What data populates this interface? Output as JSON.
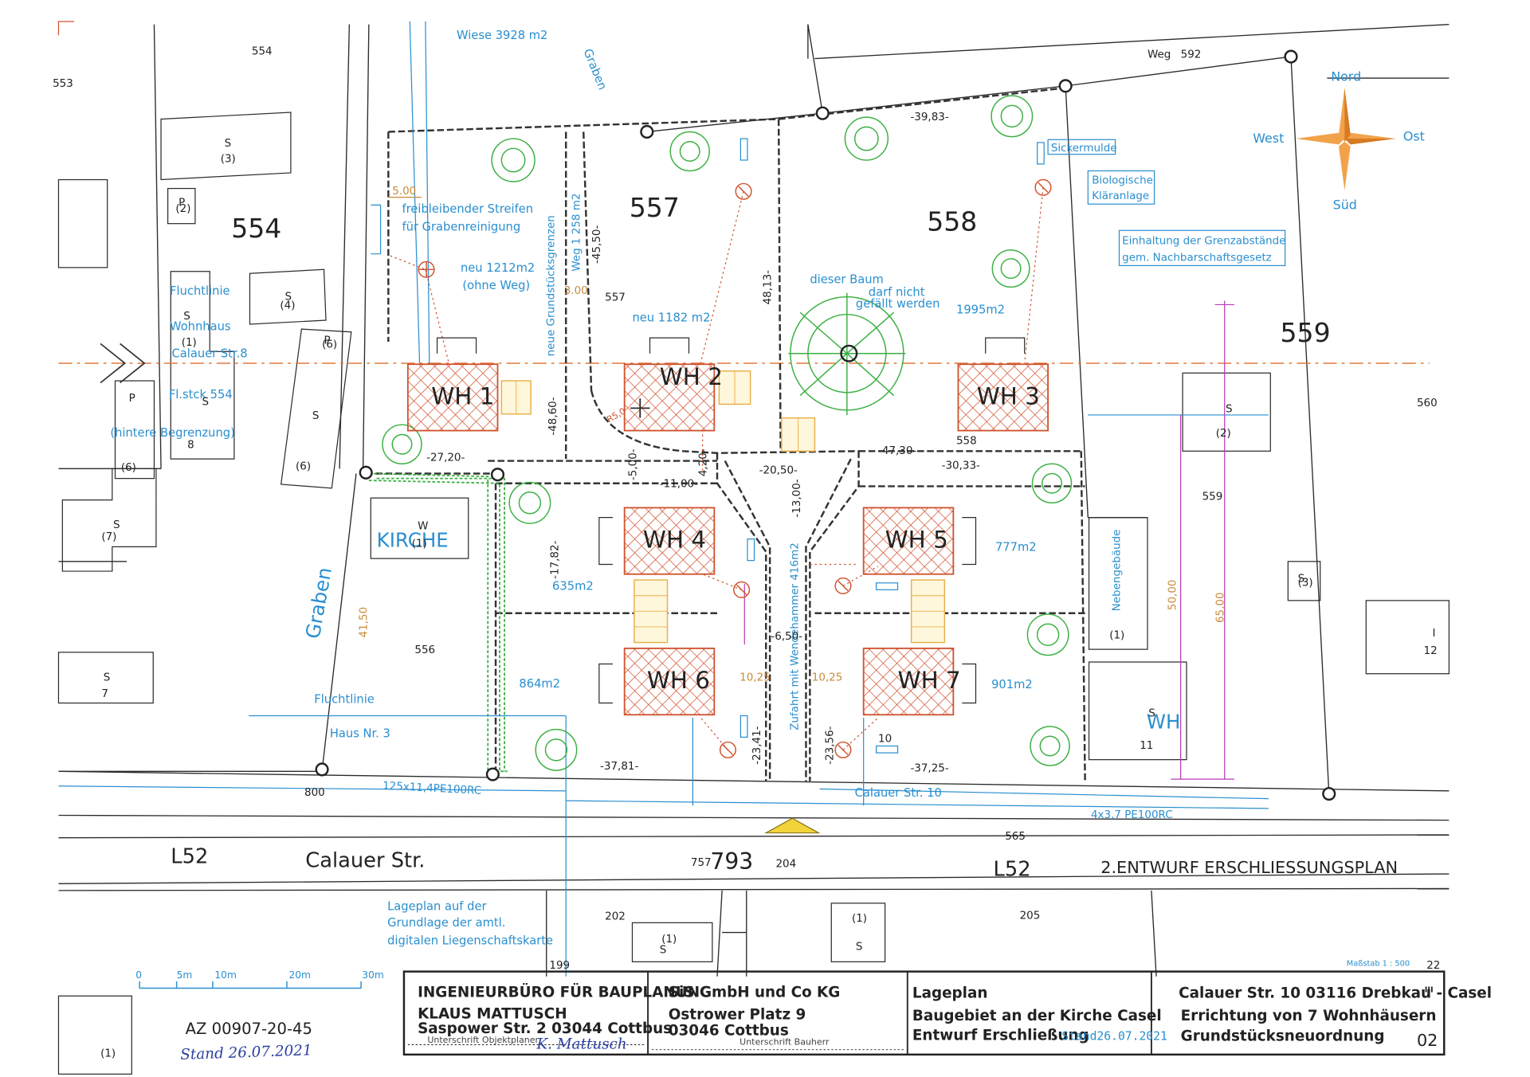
{
  "parcels": {
    "p553": "553",
    "p554_top": "554",
    "p554_big": "554",
    "p557": "557",
    "p557_small": "557",
    "p558": "558",
    "p558_small": "558",
    "p559": "559",
    "p559_small": "559",
    "p560": "560",
    "p556": "556",
    "p565": "565",
    "p800": "800",
    "p793": "793",
    "p757": "757",
    "p204": "204",
    "p202": "202",
    "p205": "205",
    "p199": "199",
    "p22": "22",
    "p592": "592"
  },
  "labels": {
    "wiese": "Wiese 3928 m2",
    "weg": "Weg",
    "graben_top": "Graben",
    "graben_left": "Graben",
    "free_strip_1": "freibleibender Streifen",
    "free_strip_2": "für Grabenreinigung",
    "new_1212_1": "neu 1212m2",
    "new_1212_2": "(ohne Weg)",
    "new_1182": "neu 1182 m2",
    "grenzen": "neue Grundstücksgrenzen",
    "weg1": "Weg 1   258 m2",
    "a1995": "1995m2",
    "a777": "777m2",
    "a635": "635m2",
    "a864": "864m2",
    "a901": "901m2",
    "baum_1": "dieser Baum",
    "baum_2": "darf nicht",
    "baum_3": "gefällt werden",
    "sickermulde": "Sickermulde",
    "klaer_1": "Biologische",
    "klaer_2": "Kläranlage",
    "grenz_1": "Einhaltung der Grenzabstände",
    "grenz_2": "gem. Nachbarschaftsgesetz",
    "fluchtlinie_top": "Fluchtlinie",
    "wohnhaus": "Wohnhaus",
    "calauer8": "Calauer Str.8",
    "flstck": "Fl.stck 554",
    "hintere": "(hintere Begrenzung)",
    "kirche": "KIRCHE",
    "fluchtlinie_bot": "Fluchtlinie",
    "haus3": "Haus Nr. 3",
    "pipe_125": "125x11,4PE100RC",
    "pipe_4x3": "4x3,7 PE100RC",
    "calauer10": "Calauer Str. 10",
    "zufahrt": "Zufahrt mit Wendehammer 416m2",
    "nebengebaeude": "Nebengebäude",
    "wh_right": "WH",
    "l52_left": "L52",
    "l52_right": "L52",
    "calauer_str": "Calauer Str.",
    "entwurf": "2.ENTWURF ERSCHLIESSUNGSPLAN",
    "lageplan_1": "Lageplan auf der",
    "lageplan_2": "Grundlage der amtl.",
    "lageplan_3": "digitalen Liegenschaftskarte",
    "massstab": "Maßstab  1 : 500",
    "az": "AZ 00907-20-45",
    "stand_hand": "Stand 26.07.2021"
  },
  "houses": [
    "WH 1",
    "WH 2",
    "WH 3",
    "WH 4",
    "WH 5",
    "WH 6",
    "WH 7"
  ],
  "building_marks": {
    "s3": "S",
    "s3n": "(3)",
    "p2": "P",
    "p2n": "(2)",
    "s4": "S",
    "s4n": "(4)",
    "s1": "S",
    "s1n": "(1)",
    "p6": "P",
    "p6n": "(6)",
    "s6": "S",
    "s6n": "(6)",
    "s7": "S",
    "s7n": "(7)",
    "s7b": "S",
    "s7bn": "7",
    "w1": "W",
    "w1n": "(1)",
    "s2r": "S",
    "s2rn": "(2)",
    "s3r": "S",
    "s3rn": "(3)",
    "i12": "I",
    "i12n": "12",
    "s11": "S",
    "s11n": "11",
    "s1b": "S",
    "s1bn": "(1)",
    "s1c": "S",
    "s1cn": "(1)",
    "n1": "(1)",
    "n1b": "(1)",
    "n8": "8",
    "n10": "10"
  },
  "dimensions": {
    "d500": "5.00",
    "d300": "3.00",
    "d3983": "-39,83-",
    "d4550": "-45,50-",
    "d4813": "48,13-",
    "d4860": "-48,60-",
    "d2720": "-27,20-",
    "d2050": "-20,50-",
    "d1300": "-13,00-",
    "d1100": "-11,00-",
    "d500b": "-5,00-",
    "d420": "4,20-",
    "d4730": "-47,30-",
    "d3033": "-30,33-",
    "d1782": "-17,82-",
    "d650": "-6,50-",
    "d1025a": "10,25",
    "d1025b": "10,25",
    "d3781": "-37,81-",
    "d2341": "-23,41-",
    "d2356": "-23,56-",
    "d3725": "-37,25-",
    "d4150": "41,50",
    "d5000": "50,00",
    "d6500": "65,00",
    "r5": "R5,0"
  },
  "compass": {
    "north": "Nord",
    "south": "Süd",
    "west": "West",
    "east": "Ost"
  },
  "scalebar": {
    "t0": "0",
    "t5": "5m",
    "t10": "10m",
    "t20": "20m",
    "t30": "30m"
  },
  "title_block": {
    "office_1": "INGENIEURBÜRO FÜR BAUPLANUNG",
    "office_2": "KLAUS MATTUSCH",
    "office_3": "Saspower Str. 2   03044 Cottbus",
    "office_sig": "Unterschrift Objektplaner",
    "office_signature": "K. Mattusch",
    "client_1": "SiS GmbH und Co KG",
    "client_2": "Ostrower Platz 9",
    "client_3": "03046 Cottbus",
    "client_sig": "Unterschrift Bauherr",
    "plan_1": "Lageplan",
    "plan_2": "Baugebiet an der Kirche Casel",
    "plan_3": "Entwurf Erschließung",
    "plan_stand": "Stand26.07.2021",
    "proj_1": "Calauer Str. 10  03116  Drebkau - Casel",
    "proj_1_sup": "III",
    "proj_2": "Errichtung von 7 Wohnhäusern",
    "proj_3": "Grundstücksneuordnung",
    "sheet": "02"
  },
  "colors": {
    "line": "#2b2b2b",
    "blue": "#2a8fcf",
    "red": "#d0532f",
    "orange": "#e07a3a",
    "pink": "#b83ab8",
    "green": "#3cb043",
    "garage": "#e8b04a",
    "triangle": "#f2d33a"
  }
}
